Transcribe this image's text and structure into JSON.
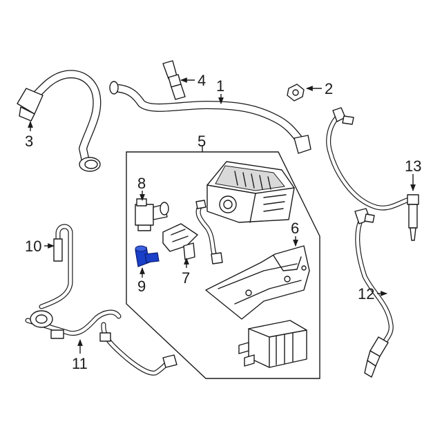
{
  "callouts": {
    "c1": "1",
    "c2": "2",
    "c3": "3",
    "c4": "4",
    "c5": "5",
    "c6": "6",
    "c7": "7",
    "c8": "8",
    "c9": "9",
    "c10": "10",
    "c11": "11",
    "c12": "12",
    "c13": "13"
  },
  "colors": {
    "line": "#1a1a1a",
    "highlight": "#1a3fc8",
    "background": "#ffffff"
  }
}
